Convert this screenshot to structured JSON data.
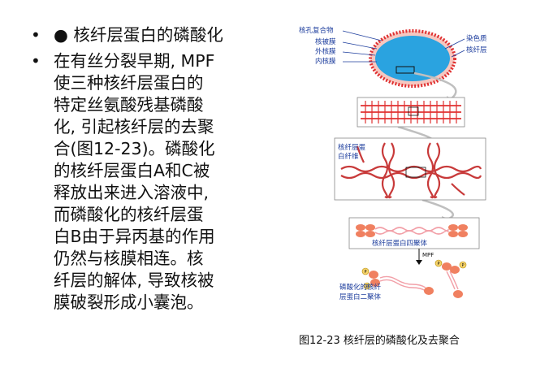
{
  "bullets": [
    "● 核纤层蛋白的磷酸化",
    "在有丝分裂早期, MPF使三种核纤层蛋白的特定丝氨酸残基磷酸化, 引起核纤层的去聚合(图12-23)。磷酸化的核纤层蛋白A和C被释放出来进入溶液中, 而磷酸化的核纤层蛋白B由于异丙基的作用仍然与核膜相连。核纤层的解体, 导致核被膜破裂形成小囊泡。"
  ],
  "bullet_lines": [
    [
      "● 核纤层蛋白的磷酸化"
    ],
    [
      "在有丝分裂早期, MPF",
      "使三种核纤层蛋白的",
      "特定丝氨酸残基磷酸",
      "化, 引起核纤层的去聚",
      "合(图12-23)。磷酸化",
      "的核纤层蛋白A和C被",
      "释放出来进入溶液中,",
      "而磷酸化的核纤层蛋",
      "白B由于异丙基的作用",
      "仍然与核膜相连。核",
      "纤层的解体, 导致核被",
      "膜破裂形成小囊泡。"
    ]
  ],
  "figure": {
    "labels": {
      "nuclear_pore_complex": "核孔复合物",
      "inner_membrane": "核被膜",
      "outer_membrane": "外核膜",
      "inner_membrane2": "内核膜",
      "chromatin": "染色质",
      "lamina": "核纤层",
      "lamin_fiber_1": "核纤层蛋",
      "lamin_fiber_2": "白纤维",
      "tetramer": "核纤层蛋白四聚体",
      "mpf": "MPF",
      "phospho_1": "磷酸化的核纤",
      "phospho_2": "层蛋白二聚体",
      "p": "P"
    },
    "caption": "图12-23  核纤层的磷酸化及去聚合"
  },
  "colors": {
    "nucleus_blue": "#2aa3e0",
    "lamina_red": "#e03030",
    "label_blue": "#1f3f9e",
    "pink": "#f2a0a8",
    "salmon": "#f08060",
    "grey_arrow": "#bfbfbf"
  }
}
